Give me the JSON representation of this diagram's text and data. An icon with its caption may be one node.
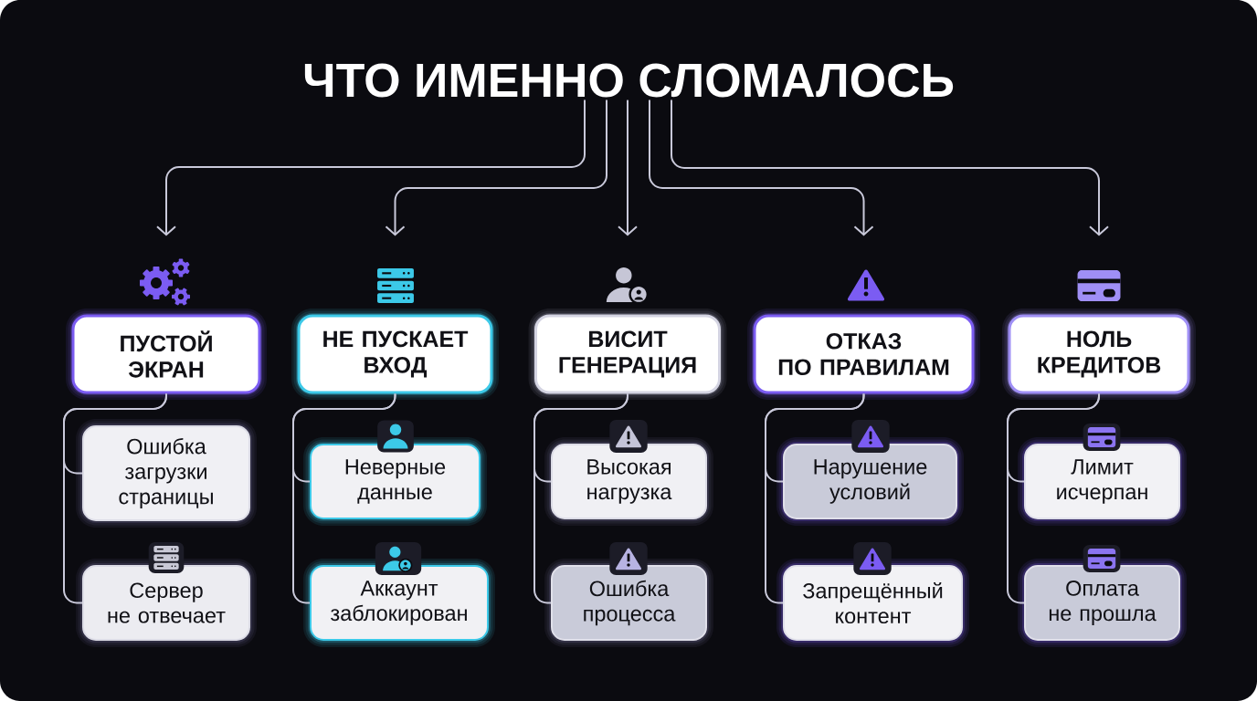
{
  "diagram": {
    "nodes": [
      {
        "text": [
          "ЧТО ИМЕННО СЛОМАЛОСЬ"
        ]
      },
      {
        "text": [
          "ПУСТОЙ ЭКРАН"
        ]
      },
      {
        "text": [
          "НЕ ПУСКАЕТ ВХОД"
        ]
      },
      {
        "text": [
          "ВИСИТ ГЕНЕРАЦИЯ"
        ]
      },
      {
        "text": [
          "ОТКАЗ ПО ПРАВИЛАМ"
        ]
      },
      {
        "text": [
          "НОЛЬ КРЕДИТОВ"
        ]
      },
      {
        "text": [
          "Ошибка загрузки страницы"
        ]
      },
      {
        "text": [
          "Сервер не отвечает"
        ]
      },
      {
        "text": [
          "Неверные данные"
        ]
      },
      {
        "text": [
          "Аккаунт заблокирован"
        ]
      },
      {
        "text": [
          "Высокая нагрузка"
        ]
      },
      {
        "text": [
          "Ошибка процесса"
        ]
      },
      {
        "text": [
          "Нарушение условий"
        ]
      },
      {
        "text": [
          "Запрещённый контент"
        ]
      },
      {
        "text": [
          "Лимит исчерпан"
        ]
      },
      {
        "text": [
          "Оплата не прошла"
        ]
      }
    ],
    "edges": [
      {
        "from": 0,
        "to": 1,
        "arrow": "to"
      },
      {
        "from": 0,
        "to": 2,
        "arrow": "to"
      },
      {
        "from": 0,
        "to": 3,
        "arrow": "to"
      },
      {
        "from": 0,
        "to": 4,
        "arrow": "to"
      },
      {
        "from": 0,
        "to": 5,
        "arrow": "to"
      },
      {
        "from": 1,
        "to": 6,
        "arrow": "none"
      },
      {
        "from": 1,
        "to": 7,
        "arrow": "none"
      },
      {
        "from": 2,
        "to": 8,
        "arrow": "none"
      },
      {
        "from": 2,
        "to": 9,
        "arrow": "none"
      },
      {
        "from": 3,
        "to": 10,
        "arrow": "none"
      },
      {
        "from": 3,
        "to": 11,
        "arrow": "none"
      },
      {
        "from": 4,
        "to": 12,
        "arrow": "none"
      },
      {
        "from": 4,
        "to": 13,
        "arrow": "none"
      },
      {
        "from": 5,
        "to": 14,
        "arrow": "none"
      },
      {
        "from": 5,
        "to": 15,
        "arrow": "none"
      }
    ]
  }
}
